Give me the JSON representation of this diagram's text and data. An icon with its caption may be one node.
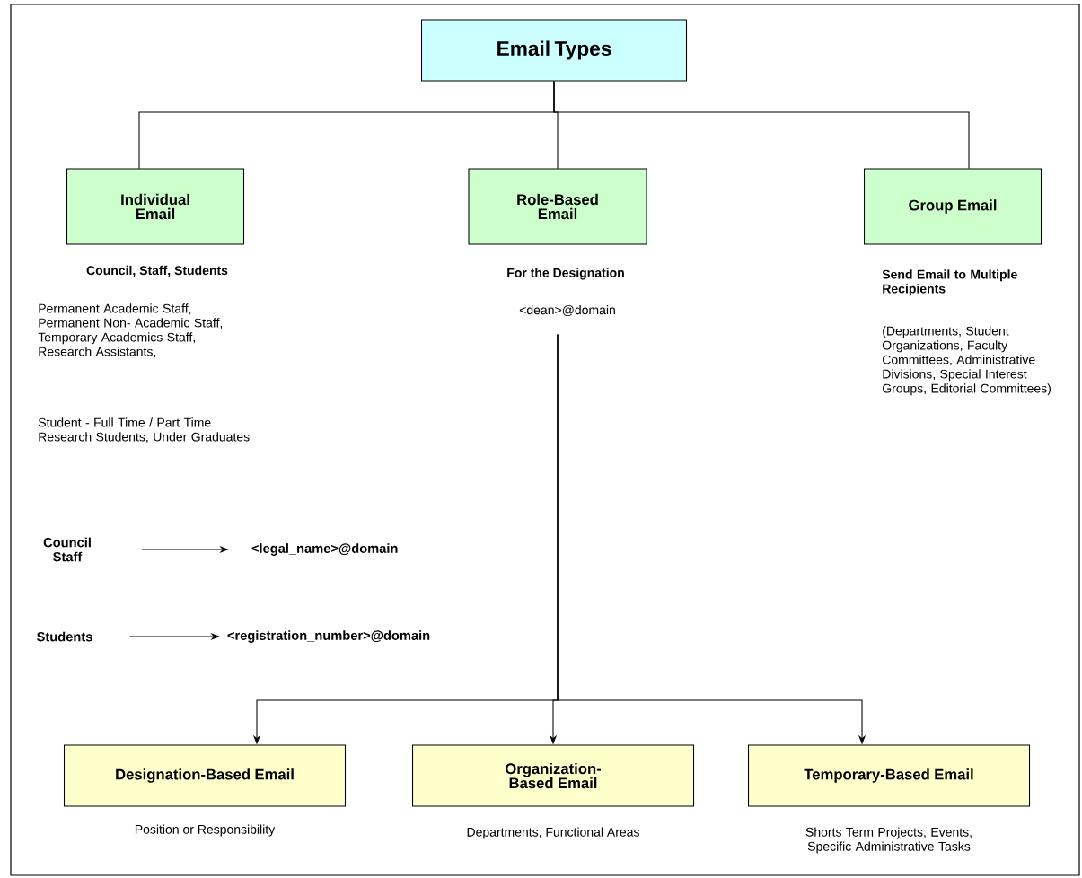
{
  "diagram": {
    "nodes": [
      {
        "text": [
          "Email Types"
        ]
      },
      {
        "text": [
          "Individual Email"
        ],
        "beside": [
          "Council, Staff, Students"
        ]
      },
      {
        "text": [
          "Role-Based Email"
        ],
        "beside": [
          "For the Designation",
          "<dean>@domain"
        ]
      },
      {
        "text": [
          "Group Email"
        ],
        "beside": [
          "Send Email to Multiple Recipients",
          "(Departments, Student Organizations, Faculty Committees, Administrative Divisions, Special Interest Groups, Editorial Committees)"
        ]
      },
      {
        "text": [
          "Designation-Based Email"
        ],
        "beside": [
          "Position or Responsibility"
        ]
      },
      {
        "text": [
          "Organization-Based Email"
        ],
        "beside": [
          "Departments, Functional Areas"
        ]
      },
      {
        "text": [
          "Temporary-Based Email"
        ],
        "beside": [
          "Shorts Term Projects, Events, Specific Administrative Tasks"
        ]
      },
      {
        "text": [
          "Council Staff"
        ]
      },
      {
        "text": [
          "<legal_name>@domain"
        ]
      },
      {
        "text": [
          "Students"
        ]
      },
      {
        "text": [
          "<registration_number>@domain"
        ]
      }
    ],
    "edges": [
      {
        "from": 0,
        "to": 1,
        "arrow": "none"
      },
      {
        "from": 0,
        "to": 2,
        "arrow": "none"
      },
      {
        "from": 0,
        "to": 3,
        "arrow": "none"
      },
      {
        "from": 2,
        "to": 4,
        "arrow": "to"
      },
      {
        "from": 2,
        "to": 5,
        "arrow": "to"
      },
      {
        "from": 2,
        "to": 6,
        "arrow": "to"
      },
      {
        "from": 7,
        "to": 8,
        "arrow": "to"
      },
      {
        "from": 9,
        "to": 10,
        "arrow": "to"
      }
    ],
    "labels": [
      "Permanent Academic Staff, Permanent Non- Academic Staff, Temporary Academics Staff, Research Assistants,",
      "Student - Full Time / Part Time Research Students, Under Graduates"
    ]
  }
}
